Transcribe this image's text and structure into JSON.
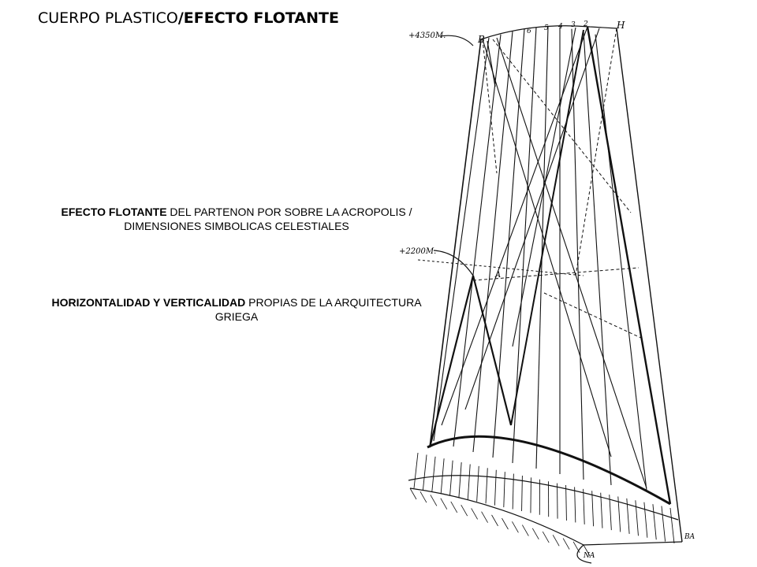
{
  "title": {
    "regular": "CUERPO PLASTICO",
    "bold": "/EFECTO FLOTANTE"
  },
  "captions": [
    {
      "bold": "EFECTO FLOTANTE",
      "rest_line1": " DEL PARTENON POR SOBRE LA ACROPOLIS /",
      "line2": "DIMENSIONES SIMBOLICAS CELESTIALES"
    },
    {
      "bold": "HORIZONTALIDAD Y VERTICALIDAD",
      "rest_line1": " PROPIAS DE LA ARQUITECTURA",
      "line2": "GRIEGA"
    }
  ],
  "drawing": {
    "height_labels": [
      "+4350M.",
      "+2200M."
    ],
    "point_labels": [
      "B",
      "H",
      "A",
      "BA",
      "NA"
    ],
    "top_numbers": [
      "6",
      "5",
      "4",
      "3",
      "2"
    ]
  }
}
